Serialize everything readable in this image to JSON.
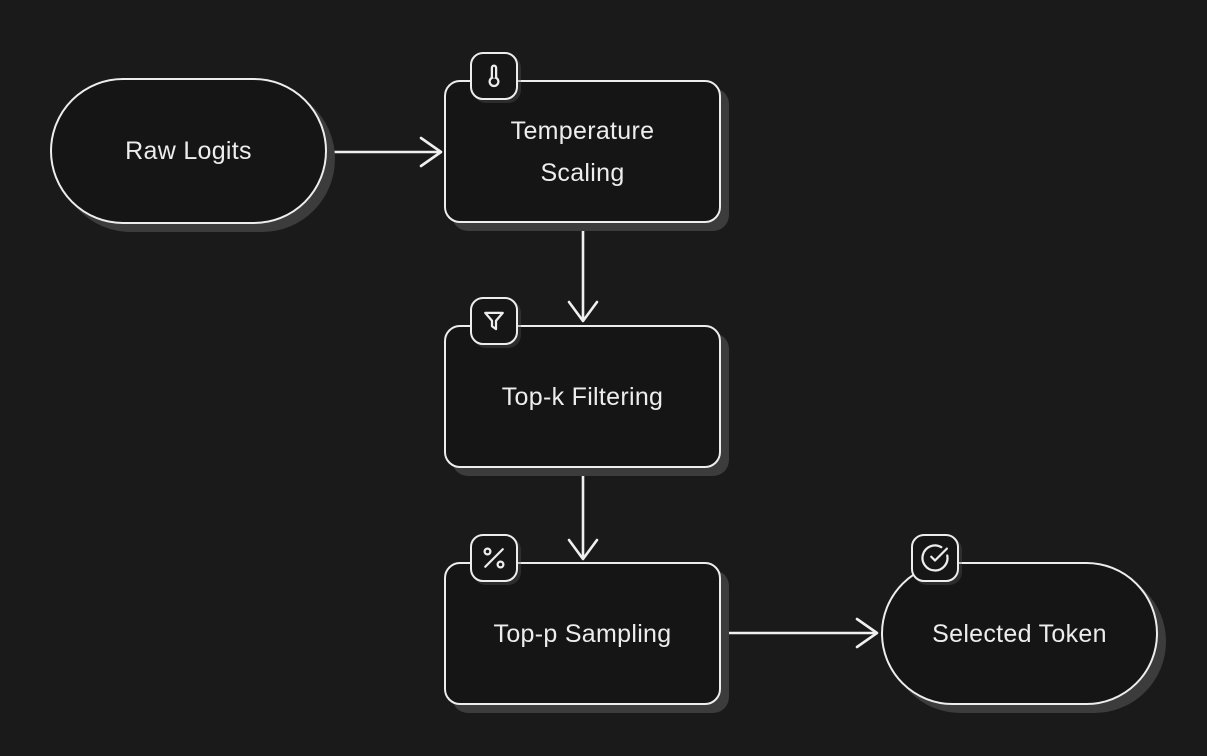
{
  "diagram": {
    "type": "flowchart",
    "nodes": [
      {
        "id": "raw-logits",
        "label": "Raw Logits",
        "shape": "stadium",
        "icon": null
      },
      {
        "id": "temperature-scaling",
        "label": "Temperature Scaling",
        "shape": "rounded-rect",
        "icon": "thermometer-icon"
      },
      {
        "id": "top-k-filtering",
        "label": "Top-k Filtering",
        "shape": "rounded-rect",
        "icon": "funnel-icon"
      },
      {
        "id": "top-p-sampling",
        "label": "Top-p Sampling",
        "shape": "rounded-rect",
        "icon": "percent-icon"
      },
      {
        "id": "selected-token",
        "label": "Selected Token",
        "shape": "stadium",
        "icon": "check-circle-icon"
      }
    ],
    "edges": [
      {
        "from": "Raw Logits",
        "to": "Temperature Scaling",
        "direction": "right"
      },
      {
        "from": "Temperature Scaling",
        "to": "Top-k Filtering",
        "direction": "down"
      },
      {
        "from": "Top-k Filtering",
        "to": "Top-p Sampling",
        "direction": "down"
      },
      {
        "from": "Top-p Sampling",
        "to": "Selected Token",
        "direction": "right"
      }
    ],
    "colors": {
      "background": "#1a1a1a",
      "node_fill": "#151515",
      "node_stroke": "#ededed",
      "text": "#ededed",
      "shadow": "#3c3c3c",
      "arrow": "#f0f0f0"
    }
  }
}
